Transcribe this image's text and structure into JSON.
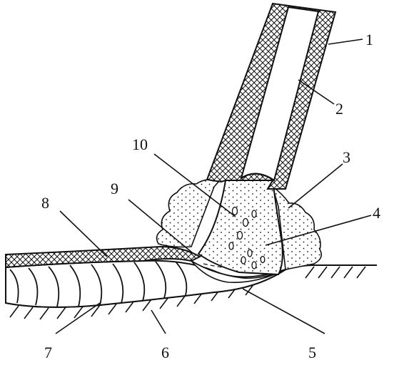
{
  "diagram": {
    "labels": {
      "l1": "1",
      "l2": "2",
      "l3": "3",
      "l4": "4",
      "l5": "5",
      "l6": "6",
      "l7": "7",
      "l8": "8",
      "l9": "9",
      "l10": "10"
    }
  },
  "colors": {
    "ink": "#111111",
    "paper": "#ffffff"
  }
}
